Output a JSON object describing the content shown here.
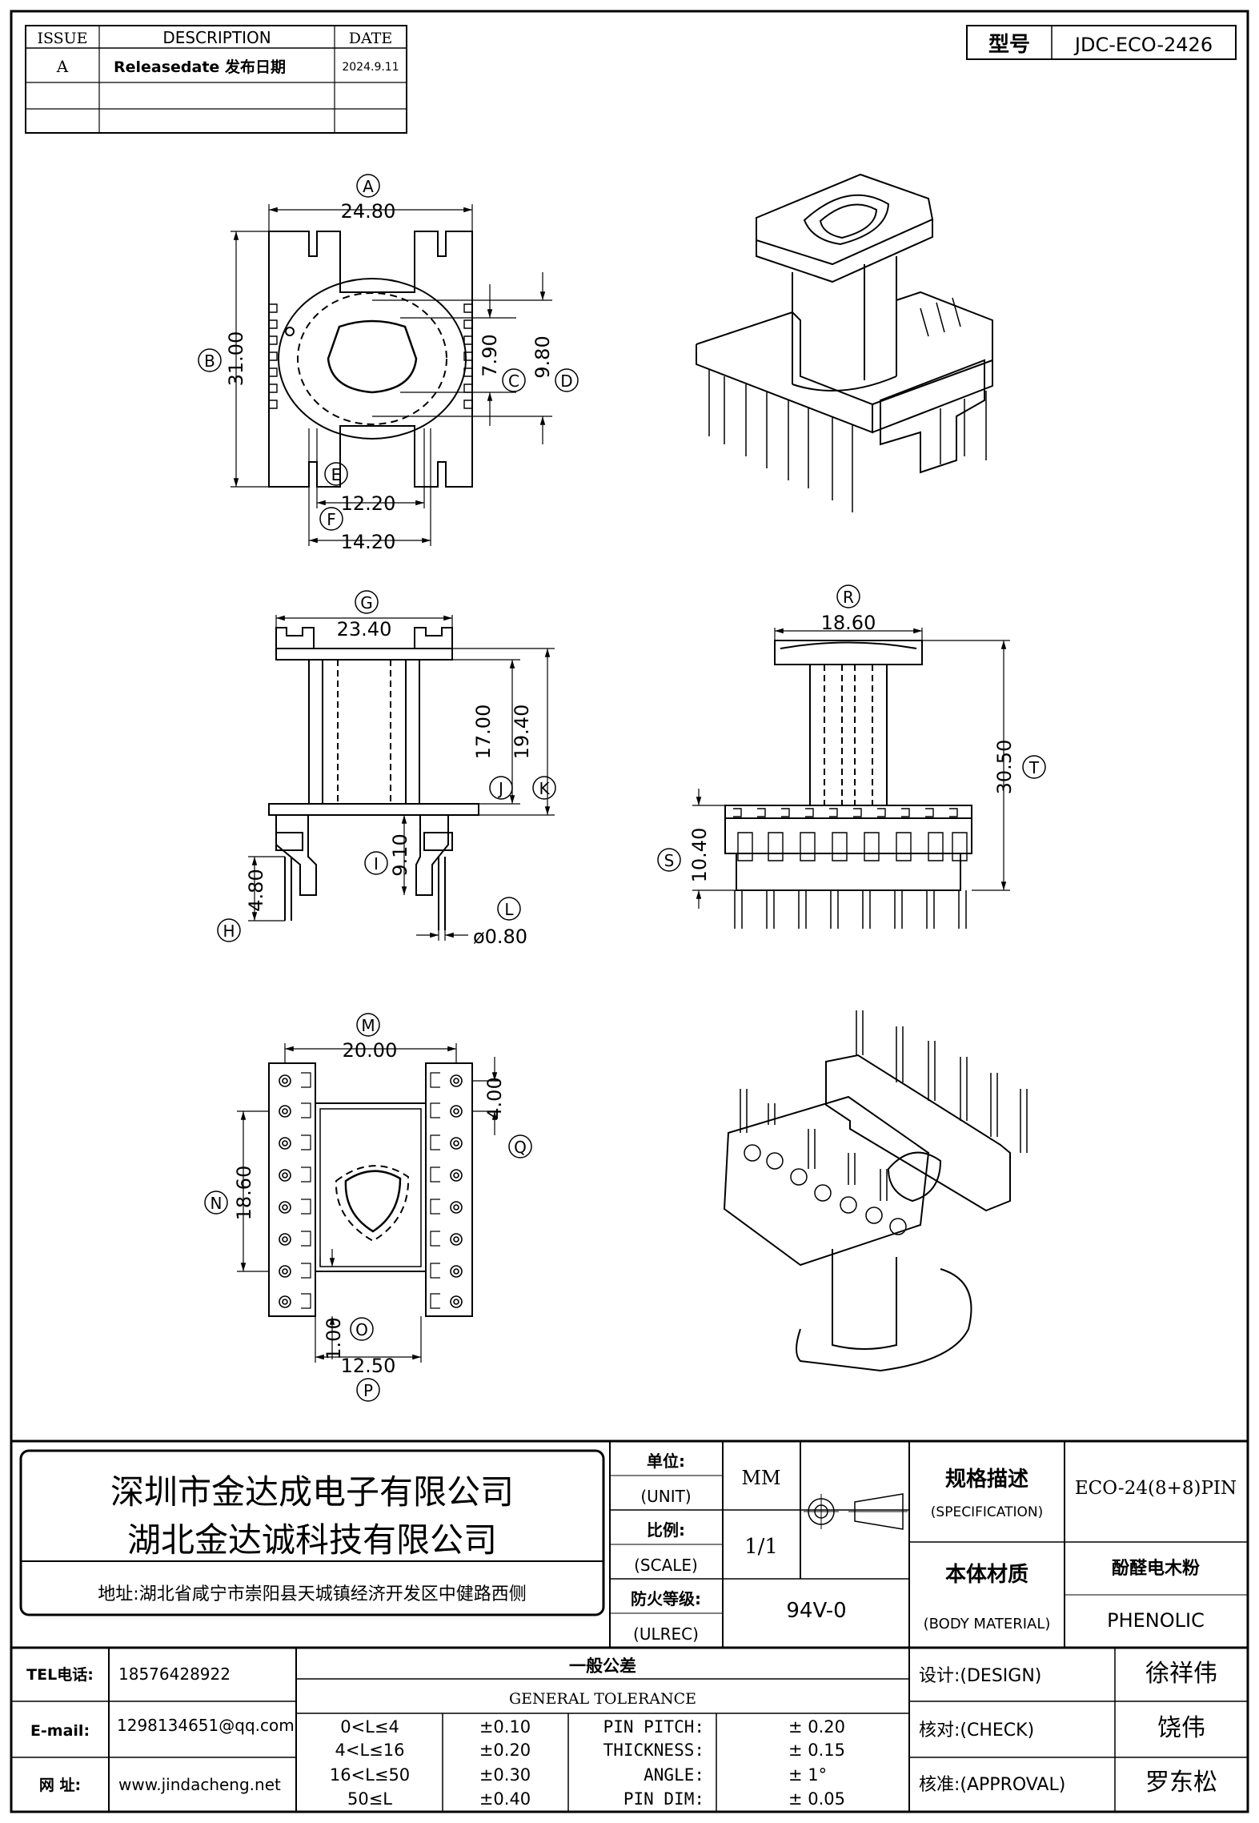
{
  "revision_table": {
    "headers": {
      "issue": "ISSUE",
      "description": "DESCRIPTION",
      "date": "DATE"
    },
    "rows": [
      {
        "issue": "A",
        "description": "Releasedate 发布日期",
        "date": "2024.9.11"
      }
    ]
  },
  "model": {
    "label": "型号",
    "value": "JDC-ECO-2426"
  },
  "dimensions": {
    "A": {
      "letter": "A",
      "value": "24.80"
    },
    "B": {
      "letter": "B",
      "value": "31.00"
    },
    "C": {
      "letter": "C",
      "value": "7.90"
    },
    "D": {
      "letter": "D",
      "value": "9.80"
    },
    "E": {
      "letter": "E",
      "value": "12.20"
    },
    "F": {
      "letter": "F",
      "value": "14.20"
    },
    "G": {
      "letter": "G",
      "value": "23.40"
    },
    "H": {
      "letter": "H",
      "value": "4.80"
    },
    "I": {
      "letter": "I",
      "value": "9.10"
    },
    "J": {
      "letter": "J",
      "value": "17.00"
    },
    "K": {
      "letter": "K",
      "value": "19.40"
    },
    "L": {
      "letter": "L",
      "value": "ø0.80"
    },
    "M": {
      "letter": "M",
      "value": "20.00"
    },
    "N": {
      "letter": "N",
      "value": "18.60"
    },
    "O": {
      "letter": "O",
      "value": "1.00"
    },
    "P": {
      "letter": "P",
      "value": "12.50"
    },
    "Q": {
      "letter": "Q",
      "value": "4.00"
    },
    "R": {
      "letter": "R",
      "value": "18.60"
    },
    "S": {
      "letter": "S",
      "value": "10.40"
    },
    "T": {
      "letter": "T",
      "value": "30.50"
    }
  },
  "company": {
    "name1": "深圳市金达成电子有限公司",
    "name2": "湖北金达诚科技有限公司",
    "address": "地址:湖北省咸宁市崇阳县天城镇经济开发区中健路西侧"
  },
  "title_block": {
    "unit_label": "单位:",
    "unit_label_en": "(UNIT)",
    "unit_value": "MM",
    "scale_label": "比例:",
    "scale_label_en": "(SCALE)",
    "scale_value": "1/1",
    "flame_label": "防火等级:",
    "flame_label_en": "(ULREC)",
    "flame_value": "94V-0",
    "spec_label": "规格描述",
    "spec_label_en": "(SPECIFICATION)",
    "spec_value": "ECO-24(8+8)PIN",
    "material_label": "本体材质",
    "material_label_en": "(BODY MATERIAL)",
    "material_value_cn": "酚醛电木粉",
    "material_value_en": "PHENOLIC"
  },
  "contact": {
    "tel_label": "TEL电话:",
    "tel": "18576428922",
    "email_label": "E-mail:",
    "email": "1298134651@qq.com",
    "web_label": "网  址:",
    "web": "www.jindacheng.net"
  },
  "tolerance": {
    "title_cn": "一般公差",
    "title_en": "GENERAL TOLERANCE",
    "rows": [
      {
        "range": "0<L≤4",
        "tol": "±0.10",
        "item": "PIN PITCH:",
        "val": "±  0.20"
      },
      {
        "range": "4<L≤16",
        "tol": "±0.20",
        "item": "THICKNESS:",
        "val": "±  0.15"
      },
      {
        "range": "16<L≤50",
        "tol": "±0.30",
        "item": "ANGLE:",
        "val": "±  1°"
      },
      {
        "range": "50≤L",
        "tol": "±0.40",
        "item": "PIN DIM:",
        "val": "±  0.05"
      }
    ]
  },
  "signoff": {
    "design_label": "设计:(DESIGN)",
    "design_name": "徐祥伟",
    "check_label": "核对:(CHECK)",
    "check_name": "饶伟",
    "approval_label": "核准:(APPROVAL)",
    "approval_name": "罗东松"
  }
}
